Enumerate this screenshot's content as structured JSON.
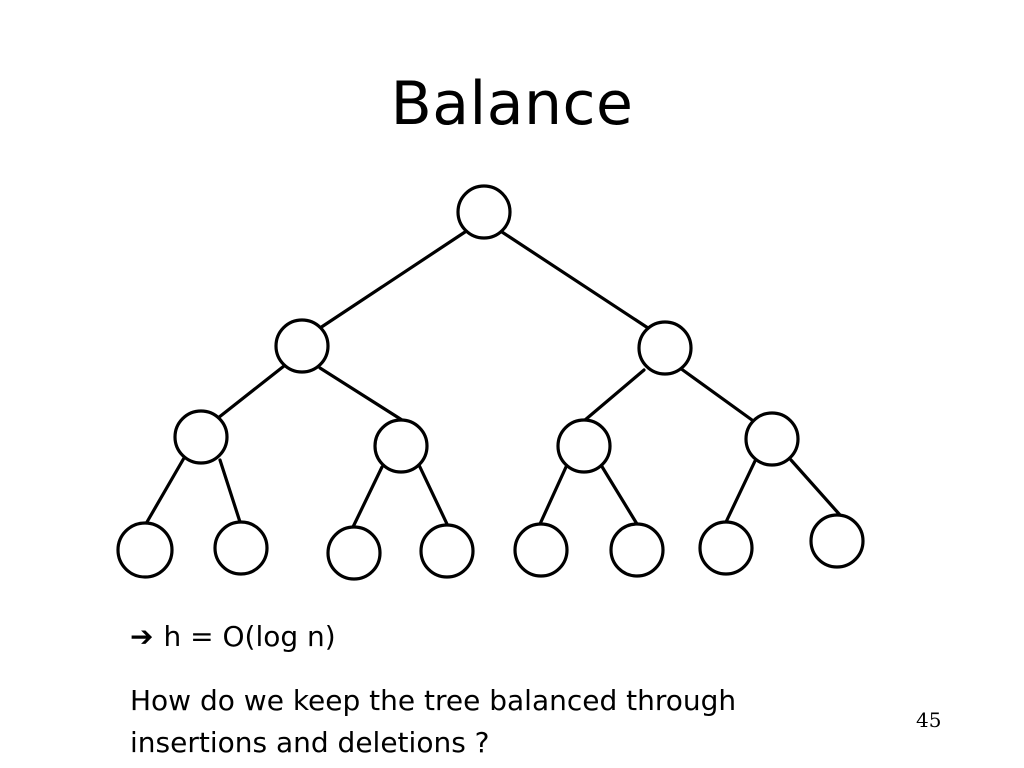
{
  "slide": {
    "title": "Balance",
    "bullet_arrow_icon": "right-arrow-icon",
    "bullet_text": "h = O(log n)",
    "question_line1": "How do we keep the tree balanced through",
    "question_line2": "insertions and deletions ?",
    "page_number": "45"
  },
  "tree": {
    "type": "complete-binary-tree",
    "levels": 4,
    "node_count": 15,
    "labels": "none"
  }
}
